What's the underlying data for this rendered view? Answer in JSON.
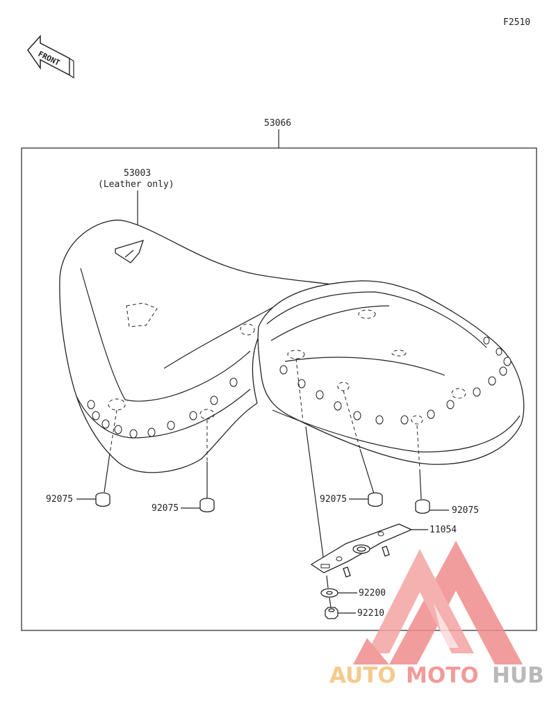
{
  "diagram_code": "F2510",
  "front_marker": "FRONT",
  "assembly_part": "53066",
  "parts": {
    "cover_part": "53003",
    "cover_note": "(Leather only)",
    "damper_1": "92075",
    "damper_2": "92075",
    "damper_3": "92075",
    "damper_4": "92075",
    "bracket": "11054",
    "washer": "92200",
    "nut": "92210"
  },
  "watermark": {
    "part1": "AUTO",
    "part2": "MOTO",
    "part3": "HUB",
    "colors": {
      "auto": "#f6c98a",
      "moto": "#f29a9a",
      "hub": "#b9b9b9",
      "logo": "#f08d8d"
    }
  }
}
